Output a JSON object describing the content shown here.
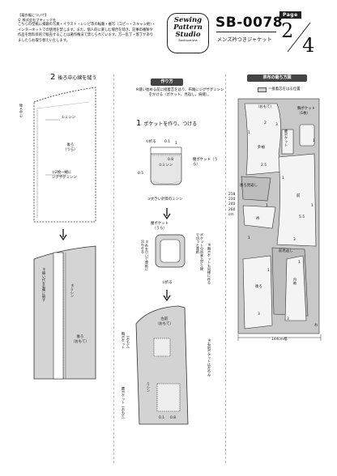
{
  "copyright": {
    "title": "【著作権について】",
    "company": "© 株式会社ブティック社",
    "body": "こちらの型紙に掲載の写真・イラスト・レシピ等の転載・複写（コピー・スキャン他）・インターネットでの使用を禁じます。また、個人的に楽しむ場合を除き、記事の複製や作品を無料目的で販売することは著作権法で禁じられています。万一乱丁・落丁がありましたらお取り替えいたします。"
  },
  "logo": {
    "line1": "Sewing",
    "line2": "Pattern",
    "line3": "Studio",
    "tag": "Boutique-sha"
  },
  "header": {
    "code": "SB-0078",
    "page_label": "Page",
    "page_current": "2",
    "page_total": "4",
    "title": "メンズ衿つきジャケット"
  },
  "left": {
    "step_num": "2",
    "step_title": "後ろ中心線を縫う",
    "top": {
      "back_center_label": "後ろ中心",
      "zigzag1": "①ミシン",
      "piece_name": "後ろ",
      "piece_sub": "（うら）",
      "zigzag2": "②2枚一緒に",
      "zigzag2b": "ジグザグミシン"
    },
    "bottom": {
      "fold_label": "①縫い代を右側に倒す",
      "stitch_label": "②ミシン",
      "piece_name": "後ろ",
      "piece_sub": "（おもて）"
    }
  },
  "middle": {
    "section_title": "作り方",
    "intro": "※縫い始める前に接着芯をはり、布端にジグザグミシンをかける（ポケット、見返し、肩縫）。",
    "step_num": "1",
    "step_title": "ポケットを作り、つける",
    "pocket_top": {
      "fold1": "①折る",
      "m01": "0.1",
      "m1": "1",
      "m08": "0.8",
      "m05": "0.5",
      "machine": "②ミシン",
      "pocket_side": "腰ポケット（うら）",
      "big_stitch": "③大きい針目のミシン"
    },
    "pocket_mid": {
      "title": "腰ポケット",
      "sub": "（うら）",
      "note_left": "①糸を引いて厚紙に沿わせる",
      "note_right": "ポケットの出来上がり線で切った厚紙",
      "fold2": "②折る"
    },
    "front": {
      "title": "左前",
      "sub": "（おもて）",
      "chest": "胸ポケット",
      "chest2": "（おもて）",
      "waist": "腰ポケット（おもて）",
      "machine": "ミシン",
      "m01": "0.1",
      "m08": "0.8",
      "side_note": "※胸ポケットも同様に作る",
      "side_note2": "※右前ポケットは左のみ"
    }
  },
  "right": {
    "section_title": "表布の裁ち方図",
    "legend": "＝接着芯をはる位置",
    "fabric_side": "（おもて）",
    "chest_pocket": "胸ポケット（1枚）",
    "pieces": {
      "sleeve": "外袖",
      "waist_pocket": "腰ポケット",
      "back_facing": "後ろ見返し",
      "front": "前",
      "collar": "衿",
      "front_facing": "前見返し",
      "back": "後ろ",
      "inner_sleeve": "内袖"
    },
    "allowances": [
      "2",
      "1",
      "3",
      "1",
      "2.5",
      "1",
      "1",
      "1",
      "5.5",
      "1",
      "3",
      "1",
      "1",
      "3",
      "3"
    ],
    "heights": [
      "218",
      "230",
      "240",
      "260"
    ],
    "height_unit": "cm",
    "width": "144cm幅",
    "fold_label": "わ"
  }
}
